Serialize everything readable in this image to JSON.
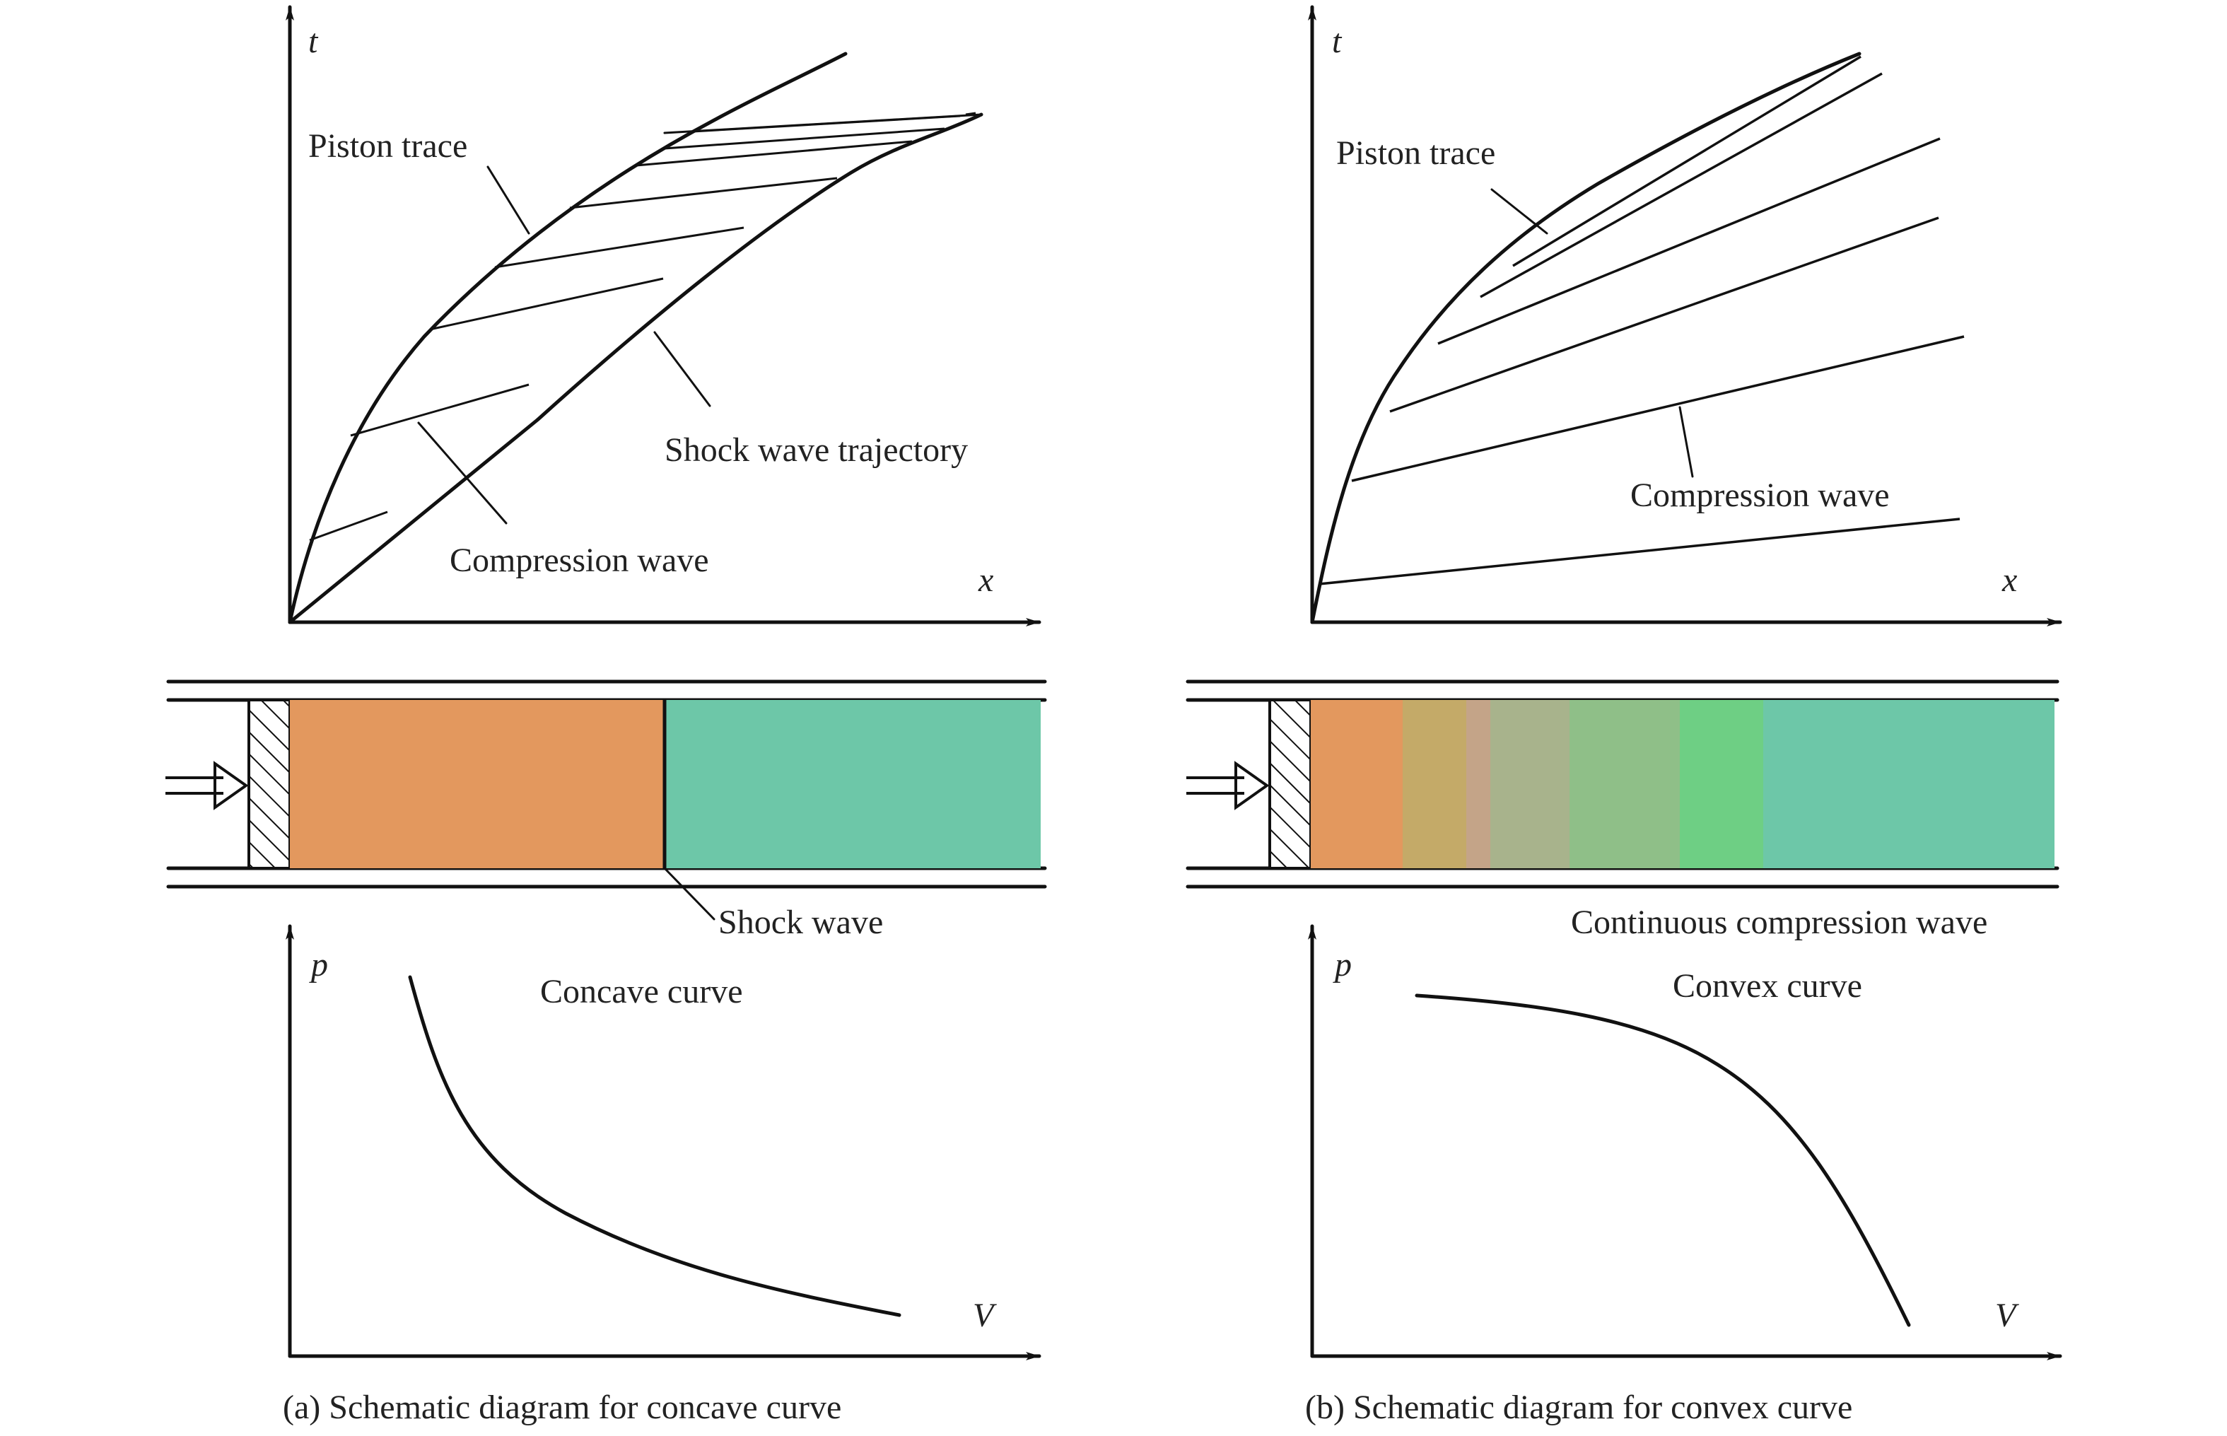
{
  "left_panel": {
    "caption": "(a) Schematic diagram for concave curve",
    "xt_diagram": {
      "t_axis_label": "t",
      "x_axis_label": "x",
      "piston_trace_label": "Piston trace",
      "shock_label": "Shock wave trajectory",
      "compression_label": "Compression wave"
    },
    "tube": {
      "shock_label": "Shock wave",
      "compressed_color": "#E3985E",
      "undisturbed_color": "#6DC7A8"
    },
    "pv_diagram": {
      "p_axis_label": "p",
      "v_axis_label": "V",
      "curve_label": "Concave curve"
    }
  },
  "right_panel": {
    "caption": "(b) Schematic diagram for convex curve",
    "xt_diagram": {
      "t_axis_label": "t",
      "x_axis_label": "x",
      "piston_trace_label": "Piston trace",
      "compression_label": "Compression wave"
    },
    "tube": {
      "wave_label": "Continuous compression wave",
      "gradient_colors": [
        "#E3985E",
        "#C4AA68",
        "#C4A488",
        "#A8B38C",
        "#8FBF88",
        "#6ECF84",
        "#6DC7A8"
      ]
    },
    "pv_diagram": {
      "p_axis_label": "p",
      "v_axis_label": "V",
      "curve_label": "Convex curve"
    }
  }
}
